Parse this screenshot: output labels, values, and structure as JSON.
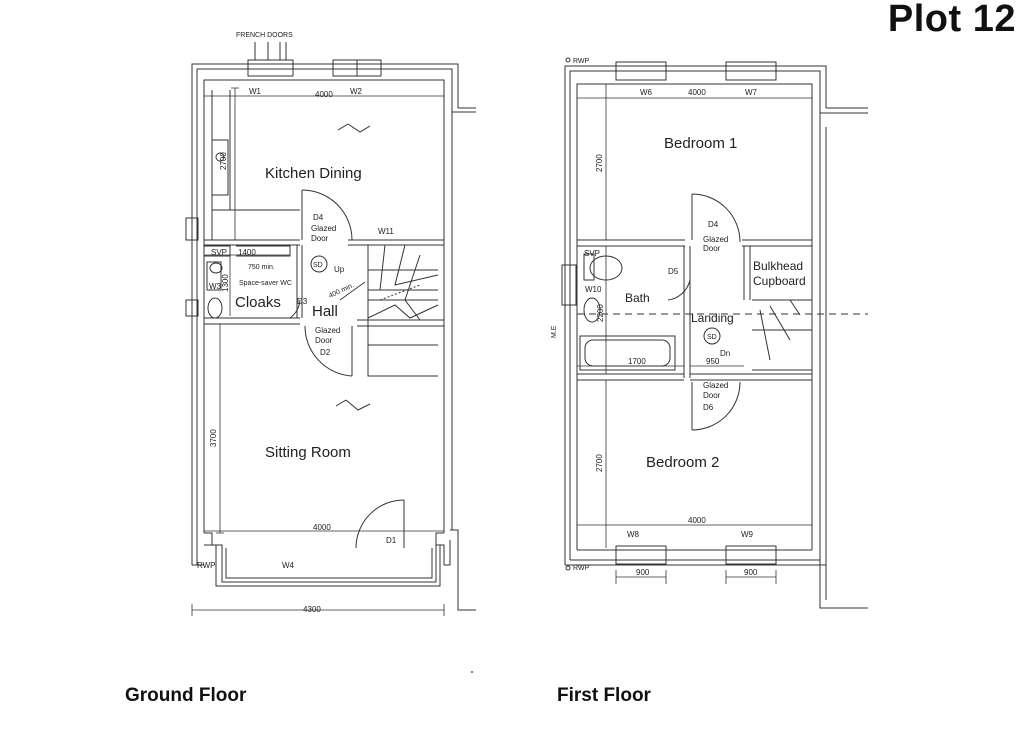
{
  "plot_title": "Plot 12",
  "ground_floor": {
    "label": "Ground Floor",
    "rooms": {
      "kitchen_dining": "Kitchen Dining",
      "cloaks": "Cloaks",
      "hall": "Hall",
      "sitting_room": "Sitting Room"
    },
    "annotations": {
      "french_doors": "FRENCH DOORS",
      "w1": "W1",
      "w2": "W2",
      "w3": "W3",
      "w4": "W4",
      "w11": "W11",
      "d1": "D1",
      "d2": "D2",
      "d3": "D3",
      "d4": "D4",
      "glazed": "Glazed",
      "door": "Door",
      "svp": "SVP",
      "sd": "SD",
      "up": "Up",
      "rwp": "RWP",
      "space_saver_wc": "Space-saver WC",
      "min_750": "750 min.",
      "min_400": "400 min."
    },
    "dimensions": {
      "top_width": "4000",
      "kitchen_depth": "2700",
      "cloaks_width": "1400",
      "cloaks_depth": "1300",
      "sitting_depth": "3700",
      "bottom_width": "4000",
      "overall_width": "4300"
    }
  },
  "first_floor": {
    "label": "First Floor",
    "rooms": {
      "bedroom1": "Bedroom 1",
      "bedroom2": "Bedroom 2",
      "bath": "Bath",
      "landing": "Landing",
      "bulkhead1": "Bulkhead",
      "bulkhead2": "Cupboard"
    },
    "annotations": {
      "w6": "W6",
      "w7": "W7",
      "w8": "W8",
      "w9": "W9",
      "w10": "W10",
      "d4": "D4",
      "d5": "D5",
      "d6": "D6",
      "glazed": "Glazed",
      "door": "Door",
      "svp": "SVP",
      "sd": "SD",
      "dn": "Dn",
      "rwp_top": "RWP",
      "rwp_bottom": "RWP",
      "me": "M.E"
    },
    "dimensions": {
      "top_width": "4000",
      "bed1_depth": "2700",
      "bath_depth": "2200",
      "bath_width": "1700",
      "landing_width": "950",
      "bed2_depth": "2700",
      "bottom_width": "4000",
      "w8_width": "900",
      "w9_width": "900"
    }
  }
}
